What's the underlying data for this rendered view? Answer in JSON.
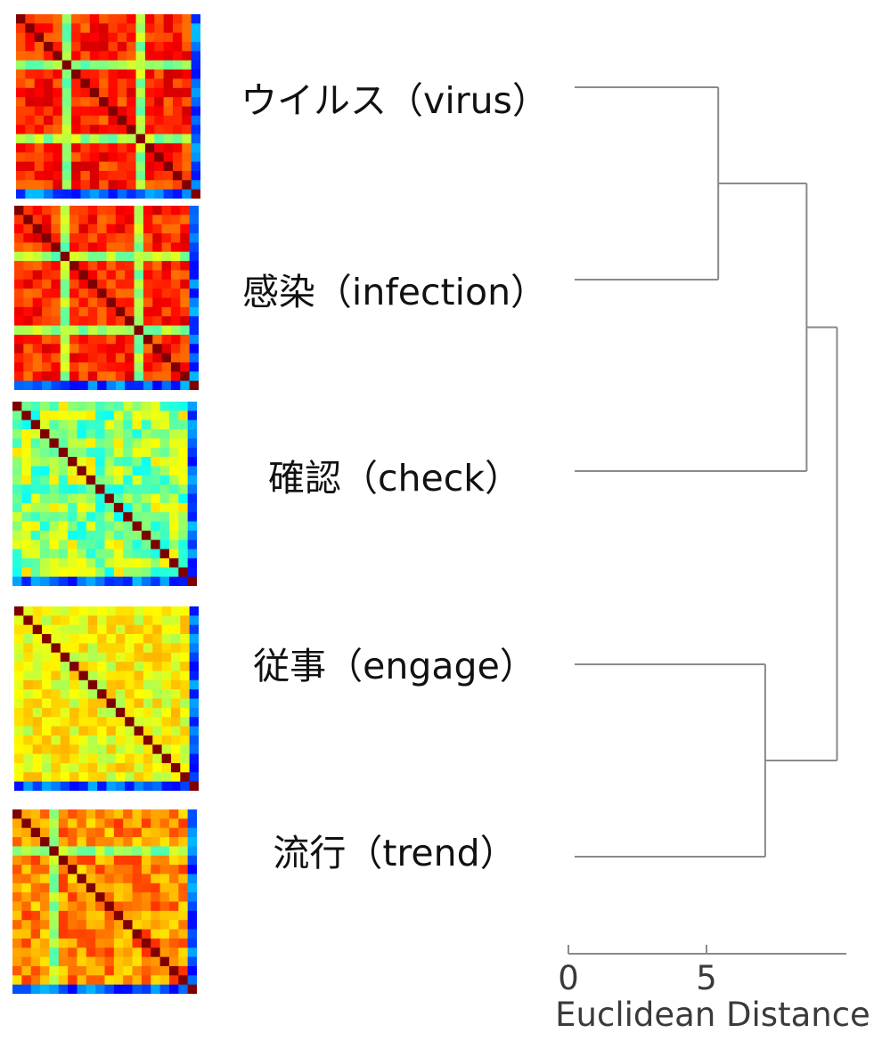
{
  "items": [
    {
      "label": "ウイルス（virus）",
      "profile": "high"
    },
    {
      "label": "感染（infection）",
      "profile": "high"
    },
    {
      "label": "確認（check）",
      "profile": "low"
    },
    {
      "label": "従事（engage）",
      "profile": "mid"
    },
    {
      "label": "流行（trend）",
      "profile": "midhigh"
    }
  ],
  "dendrogram": {
    "line_color": "#8a8a8a",
    "leaf_order": [
      0,
      1,
      2,
      3,
      4
    ],
    "merges": [
      {
        "a": "leaf0",
        "b": "leaf1",
        "distance": 5.2
      },
      {
        "a": "node0",
        "b": "leaf2",
        "distance": 8.4
      },
      {
        "a": "leaf3",
        "b": "leaf4",
        "distance": 6.9
      },
      {
        "a": "node1",
        "b": "node2",
        "distance": 9.5
      }
    ]
  },
  "axis": {
    "title": "Euclidean Distance",
    "ticks": [
      0,
      5
    ],
    "range": [
      0,
      10
    ]
  }
}
